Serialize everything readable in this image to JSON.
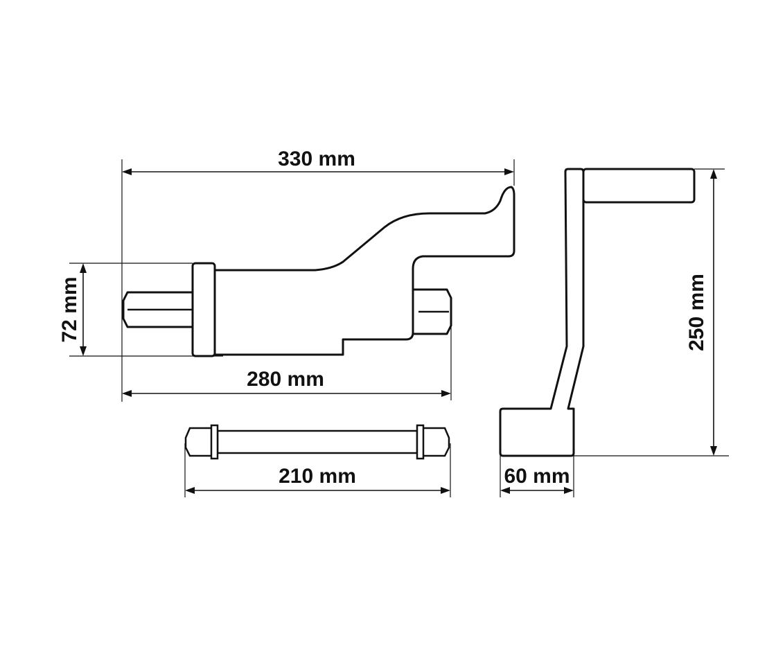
{
  "dimensions": {
    "crank_total_length": "330 mm",
    "crank_shaft_height": "72 mm",
    "crank_base_length": "280 mm",
    "shaft_length": "210 mm",
    "side_view_height": "250 mm",
    "side_view_foot_width": "60 mm"
  },
  "colors": {
    "line": "#111111",
    "background": "#ffffff"
  }
}
